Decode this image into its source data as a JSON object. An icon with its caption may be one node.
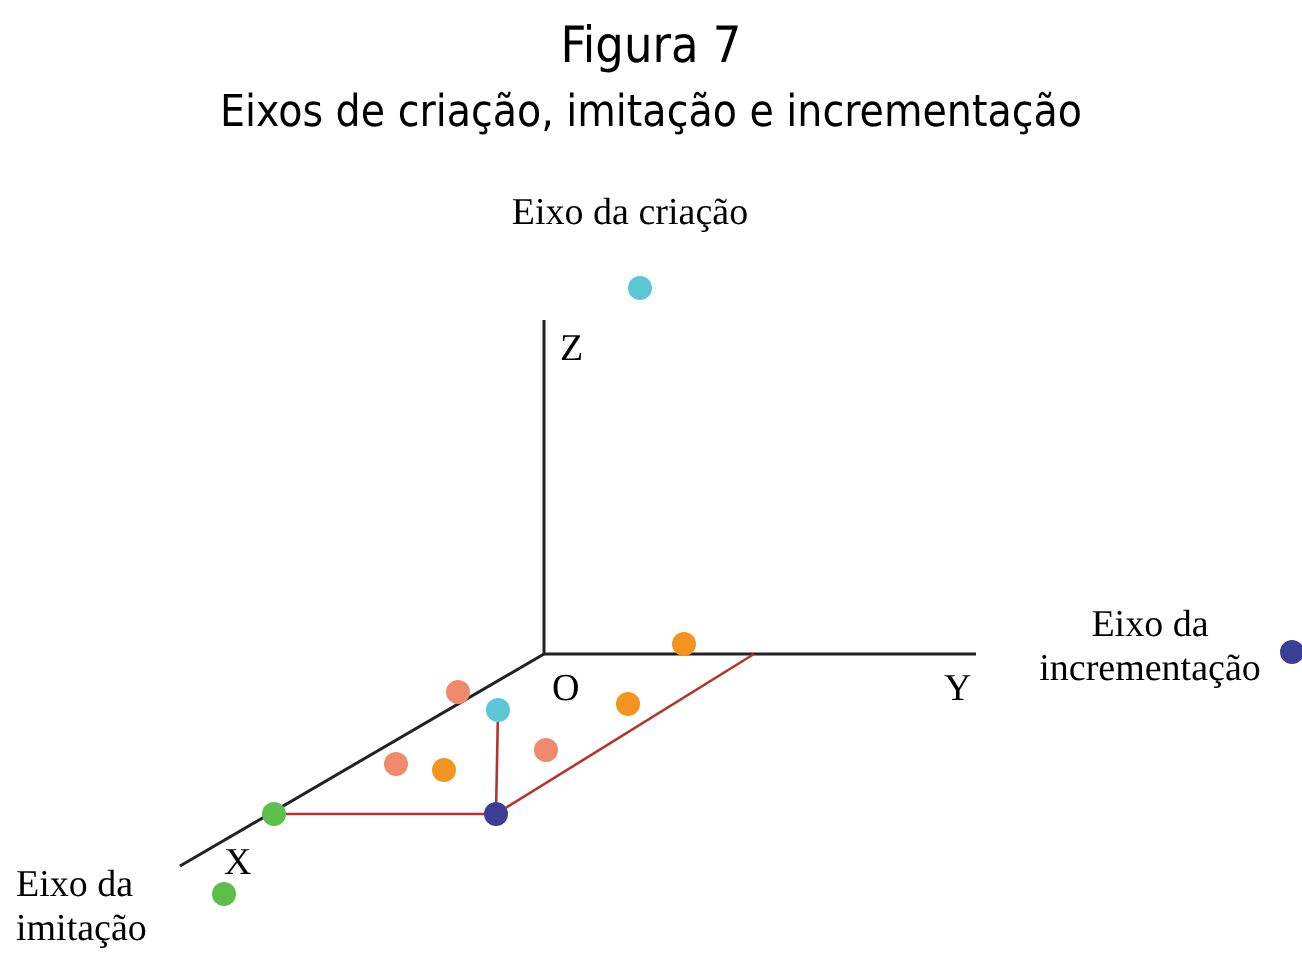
{
  "diagram": {
    "title": "Figura 7",
    "nodes": [
      {
        "text": [],
        "shape": "circle",
        "beside": [
          "Eixo da imitação"
        ]
      },
      {
        "text": [],
        "shape": "circle"
      },
      {
        "text": [],
        "shape": "circle"
      },
      {
        "text": [],
        "shape": "circle"
      },
      {
        "text": [],
        "shape": "circle"
      },
      {
        "text": [],
        "shape": "circle"
      },
      {
        "text": [],
        "shape": "circle"
      },
      {
        "text": [],
        "shape": "circle"
      },
      {
        "text": [],
        "shape": "circle"
      },
      {
        "text": [],
        "shape": "circle",
        "beside": [
          "Eixo da criação"
        ]
      },
      {
        "text": [],
        "shape": "circle"
      },
      {
        "text": [],
        "shape": "circle",
        "beside": [
          "Eixo da incrementação"
        ]
      }
    ],
    "edges": [
      {
        "from": 1,
        "to": 6,
        "arrow": "none"
      },
      {
        "from": 5,
        "to": 6,
        "arrow": "none"
      },
      {
        "from": 6,
        "to": null,
        "arrow": "none"
      }
    ],
    "labels": [
      "Eixos de criação, imitação e incrementação",
      "Z",
      "O",
      "Y",
      "X"
    ]
  }
}
